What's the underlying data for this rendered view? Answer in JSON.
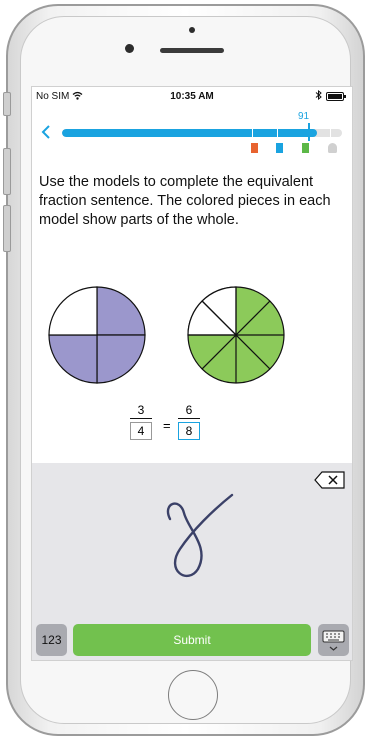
{
  "status_bar": {
    "carrier": "No SIM",
    "time": "10:35 AM",
    "bluetooth_icon": "bluetooth-icon",
    "battery_icon": "battery-icon"
  },
  "progress": {
    "value_label": "91",
    "fraction": 0.91,
    "color": "#1aa3e0",
    "flags": [
      "#e8632f",
      "#1aa3e0",
      "#5cb848",
      "#d0d0d0"
    ]
  },
  "question": {
    "text": "Use the models to complete the equivalent fraction sentence. The colored pieces in each model show parts of the whole."
  },
  "models": [
    {
      "name": "fourths-circle",
      "pieces": 4,
      "colored": 3,
      "color": "#9b97cc"
    },
    {
      "name": "eighths-circle",
      "pieces": 8,
      "colored": 6,
      "color": "#8cca5a"
    }
  ],
  "equation": {
    "left_numerator": "3",
    "left_denominator": "4",
    "equals": "=",
    "right_numerator": "6",
    "right_denominator": "8"
  },
  "handwriting": {
    "recognized_value": "8"
  },
  "toolbar": {
    "numeric_keyboard_label": "123",
    "submit_label": "Submit"
  },
  "colors": {
    "accent": "#1aa3e0",
    "submit": "#72c14e",
    "pad": "#e6e6e9"
  }
}
